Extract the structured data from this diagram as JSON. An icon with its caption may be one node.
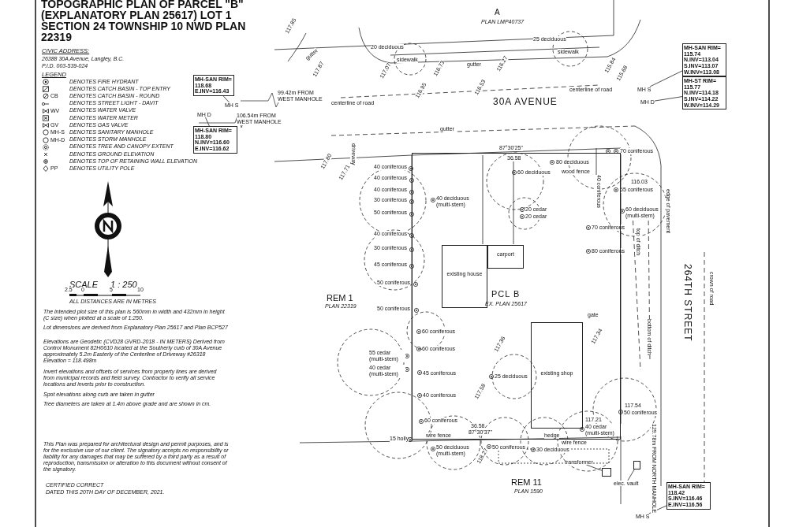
{
  "diagram": {
    "title": "TOPOGRAPHIC PLAN OF PARCEL \"B\" (EXPLANATORY PLAN 25617) LOT 1 SECTION 24 TOWNSHIP 10 NWD PLAN 22319",
    "nodes": [
      {
        "text": [
          "PCL B",
          "EX. PLAN 25617"
        ]
      },
      {
        "text": [
          "existing house"
        ],
        "in": 0
      },
      {
        "text": [
          "carport"
        ],
        "in": 0
      },
      {
        "text": [
          "existing shop"
        ],
        "in": 0
      },
      {
        "text": [
          "transformer"
        ]
      },
      {
        "text": [],
        "shape": "box"
      },
      {
        "text": [
          "elec. vault"
        ]
      },
      {
        "text": [],
        "shape": "box"
      },
      {
        "text": [
          "MH-SAN RIM= 115.74 N.INV=113.04 S.INV=113.07 W.INV=113.08"
        ]
      },
      {
        "text": [
          "MH S"
        ]
      },
      {
        "text": [
          "MH-ST RIM= 115.77 N.INV=114.18 S.INV=114.22 W.INV=114.29"
        ]
      },
      {
        "text": [
          "MH D"
        ]
      },
      {
        "text": [
          "MH-SAN RIM= 118.68 E.INV=116.43"
        ]
      },
      {
        "text": [
          "MH S"
        ]
      },
      {
        "text": [
          "MH-SAN RIM= 118.80 N.INV=116.60 E.INV=116.62"
        ]
      },
      {
        "text": [
          "MH D"
        ]
      },
      {
        "text": [
          "MH-SAN RIM= 118.42 S.INV=116.46 E.INV=116.56"
        ]
      },
      {
        "text": [
          "MH S"
        ]
      }
    ],
    "edges": [
      {
        "from": 4,
        "to": 5,
        "arrow": "none"
      },
      {
        "from": 6,
        "to": 7,
        "arrow": "none"
      },
      {
        "from": 8,
        "to": 9,
        "arrow": "none"
      },
      {
        "from": 10,
        "to": 11,
        "arrow": "none"
      },
      {
        "from": 12,
        "to": 13,
        "arrow": "none"
      },
      {
        "from": 14,
        "to": 15,
        "arrow": "none"
      },
      {
        "from": 16,
        "to": 17,
        "arrow": "none"
      }
    ],
    "labels": [
      "CIVIC ADDRESS:",
      "26388 30A Avenue, Langley, B.C.",
      "P.I.D. 003-539-024",
      "LEGEND",
      "CB",
      "WV",
      "GV",
      "MH-S",
      "MH-D",
      "PP",
      "SCALE",
      "1 : 250",
      "2.5",
      "0",
      "5",
      "10",
      "ALL DISTANCES ARE IN METRES",
      "The intended plot size of this plan is 560mm in width and 432mm in height (C size) when plotted at a scale of 1:250.",
      "Lot dimensions are derived from Explanatory Plan 25617 and Plan BCP527",
      "Elevations are Geodetic (CVD28 GVRD-2018 - IN METERS) Derived from Control Monument 82H0610 located at the Southerly curb of 30A Avenue approximately 5.2m Easterly of the Centerline of Driveway #26318 Elevation = 118.498m",
      "Invert elevations and offsets of services from property lines are derived from municipal records and field survey. Contractor to verify all service locations and inverts prior to construction.",
      "Spot elevations along curb are taken in gutter",
      "Tree diameters are taken at 1.4m above grade and are shown in cm.",
      "This Plan was prepared for architectural design and permit purposes, and is for the exclusive use of our client. The signatory accepts no responsibility or liability for any damages that may be suffered by a third party as a result of reproduction, transmission or alteration to this document without consent of the signatory.",
      "CERTIFIED CORRECT",
      "DATED THIS 20TH DAY OF DECEMBER, 2021.",
      "A",
      "PLAN LMP40737",
      "20 deciduous",
      "sidewalk",
      "gutter",
      "gutter",
      "25 deciduous",
      "sidewalk",
      "99.42m FROM WEST MANHOLE",
      "106.54m FROM WEST MANHOLE",
      "centerline of road",
      "centerline of road",
      "30A AVENUE",
      "gutter",
      "driveway",
      "87°30'25\"",
      "36.58",
      "wood fence",
      "edge of pavement",
      "REM 1",
      "PLAN 22319",
      "264TH STREET",
      "crown of road",
      "top of ditch",
      "bottom of ditch",
      "gate",
      "36.58",
      "87°30'37\"",
      "wire fence",
      "hedge",
      "wire fence",
      "REM 11",
      "PLAN 1590",
      "129.78m FROM NORTH MANHOLE",
      "40 coniferous",
      "40 coniferous",
      "40 coniferous",
      "30 coniferous",
      "50 coniferous",
      "40 coniferous",
      "30 coniferous",
      "45 coniferous",
      "50 coniferous",
      "50 coniferous",
      "60 coniferous",
      "60 coniferous",
      "55 cedar (multi-stem)",
      "40 cedar (multi-stem)",
      "45 coniferous",
      "40 coniferous",
      "60 coniferous",
      "15 holly",
      "50 deciduous (multi-stem)",
      "50 coniferous",
      "30 deciduous",
      "40 cedar (multi-stem)",
      "25 deciduous",
      "60 deciduous",
      "40 deciduous (multi-stem)",
      "20 cedar",
      "20 cedar",
      "80 deciduous",
      "40 coniferous",
      "60 deciduous (multi-stem)",
      "70 coniferous",
      "65 coniferous",
      "70 coniferous",
      "80 coniferous",
      "50 coniferous",
      "117.85",
      "117.87",
      "117.07",
      "116.73",
      "116.27",
      "115.84",
      "116.95",
      "116.53",
      "115.68",
      "117.80",
      "117.71",
      "117.34",
      "117.36",
      "117.58",
      "118.27",
      "117.21",
      "117.54",
      "116.03"
    ],
    "legend": [
      {
        "text": "DENOTES FIRE HYDRANT"
      },
      {
        "text": "DENOTES CATCH BASIN - TOP ENTRY"
      },
      {
        "text": "DENOTES CATCH BASIN - ROUND"
      },
      {
        "text": "DENOTES STREET LIGHT - DAVIT"
      },
      {
        "text": "DENOTES WATER VALVE"
      },
      {
        "text": "DENOTES WATER METER"
      },
      {
        "text": "DENOTES GAS VALVE"
      },
      {
        "text": "DENOTES SANITARY MANHOLE"
      },
      {
        "text": "DENOTES STORM MANHOLE"
      },
      {
        "text": "DENOTES TREE AND CANOPY EXTENT"
      },
      {
        "text": "DENOTES GROUND ELEVATION"
      },
      {
        "text": "DENOTES TOP OF RETAINING WALL ELEVATION"
      },
      {
        "text": "DENOTES UTILITY POLE"
      }
    ]
  }
}
